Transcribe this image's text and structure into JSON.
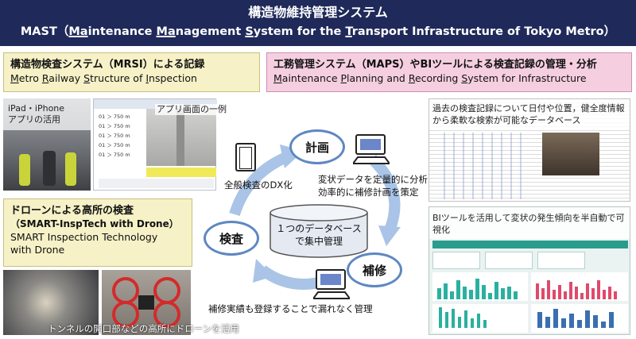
{
  "header": {
    "title_ja": "構造物維持管理システム",
    "title_en_parts": [
      "MAST（",
      "Ma",
      "intenance ",
      "Ma",
      "nagement ",
      "S",
      "ystem for the ",
      "T",
      "ransport Infrastructure of Tokyo Metro）"
    ]
  },
  "mrsi": {
    "title": "構造物検査システム（MRSI）による記録",
    "subtitle_parts": [
      "M",
      "etro ",
      "R",
      "ailway ",
      "S",
      "tructure of ",
      "I",
      "nspection"
    ],
    "photo_caption": "iPad・iPhone\nアプリの活用",
    "app_caption": "アプリ画面の一例"
  },
  "maps": {
    "title": "工務管理システム（MAPS）やBIツールによる検査記録の管理・分析",
    "subtitle_parts": [
      "M",
      "aintenance ",
      "P",
      "lanning and ",
      "R",
      "ecording ",
      "S",
      "ystem for Infrastructure"
    ],
    "search_caption": "過去の検査記録について日付や位置，健全度情報から柔軟な検索が可能なデータベース",
    "bi_caption": "BIツールを活用して変状の発生傾向を半自動で可視化"
  },
  "drone": {
    "title": "ドローンによる高所の検査",
    "subtitle_code": "（SMART-InspTech with Drone）",
    "subtitle_en": "SMART Inspection Technology\nwith Drone",
    "photo_caption": "トンネルの開口部などの高所にドローンを活用"
  },
  "cycle": {
    "node_plan": "計画",
    "node_inspect": "検査",
    "node_repair": "補修",
    "db_label": "１つのデータベース\nで集中管理",
    "dx_label": "全般検査のDX化",
    "analysis_label": "変状データを定量的に分析\n効率的に補修計画を策定",
    "repair_record_label": "補修実績も登録することで漏れなく管理"
  },
  "app_rows": [
    "01 ＞ 750 m",
    "01 ＞ 750 m",
    "01 ＞ 750 m",
    "01 ＞ 750 m",
    "01 ＞ 750 m"
  ],
  "colors": {
    "header_bg": "#1f2a5a",
    "yellow_box": "#f6f1c7",
    "pink_box": "#f5cfe0",
    "arrow": "#a9c4e6",
    "oval_border": "#5f87c2"
  }
}
